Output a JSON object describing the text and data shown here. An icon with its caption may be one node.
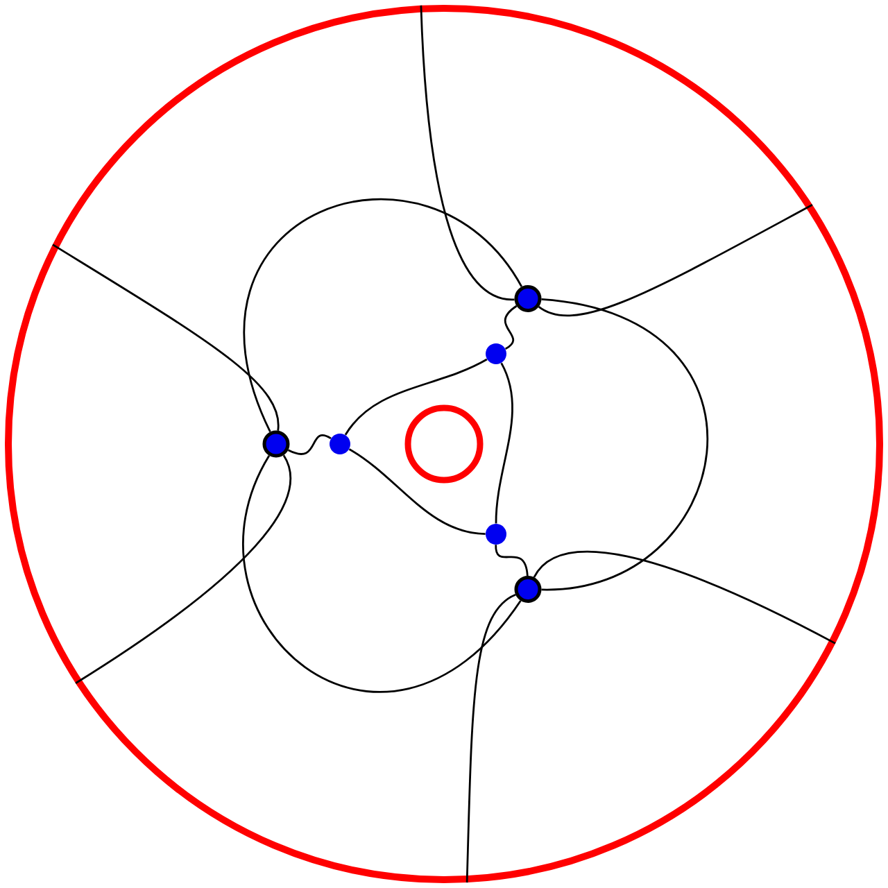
{
  "diagram": {
    "nodes": [
      {
        "text": [],
        "shape": "circle"
      },
      {
        "text": [],
        "shape": "circle",
        "in": 0
      },
      {
        "text": [],
        "shape": "circle",
        "in": 0
      },
      {
        "text": [],
        "shape": "circle",
        "in": 0
      },
      {
        "text": [],
        "shape": "circle",
        "in": 0
      },
      {
        "text": [],
        "shape": "circle",
        "in": 0
      },
      {
        "text": [],
        "shape": "circle",
        "in": 0
      },
      {
        "text": [],
        "shape": "circle",
        "in": 0
      }
    ],
    "edges": [
      {
        "from": 0,
        "to": 2,
        "arrow": "none"
      },
      {
        "from": 0,
        "to": 2,
        "arrow": "none"
      },
      {
        "from": 2,
        "to": 3,
        "arrow": "none"
      },
      {
        "from": 2,
        "to": 5,
        "arrow": "none"
      },
      {
        "from": 5,
        "to": 6,
        "arrow": "none"
      },
      {
        "from": 0,
        "to": 3,
        "arrow": "none"
      },
      {
        "from": 0,
        "to": 3,
        "arrow": "none"
      },
      {
        "from": 3,
        "to": 4,
        "arrow": "none"
      },
      {
        "from": 3,
        "to": 6,
        "arrow": "none"
      },
      {
        "from": 6,
        "to": 7,
        "arrow": "none"
      },
      {
        "from": 0,
        "to": 4,
        "arrow": "none"
      },
      {
        "from": 0,
        "to": 4,
        "arrow": "none"
      },
      {
        "from": 4,
        "to": 2,
        "arrow": "none"
      },
      {
        "from": 4,
        "to": 7,
        "arrow": "none"
      },
      {
        "from": 7,
        "to": 5,
        "arrow": "none"
      }
    ]
  }
}
